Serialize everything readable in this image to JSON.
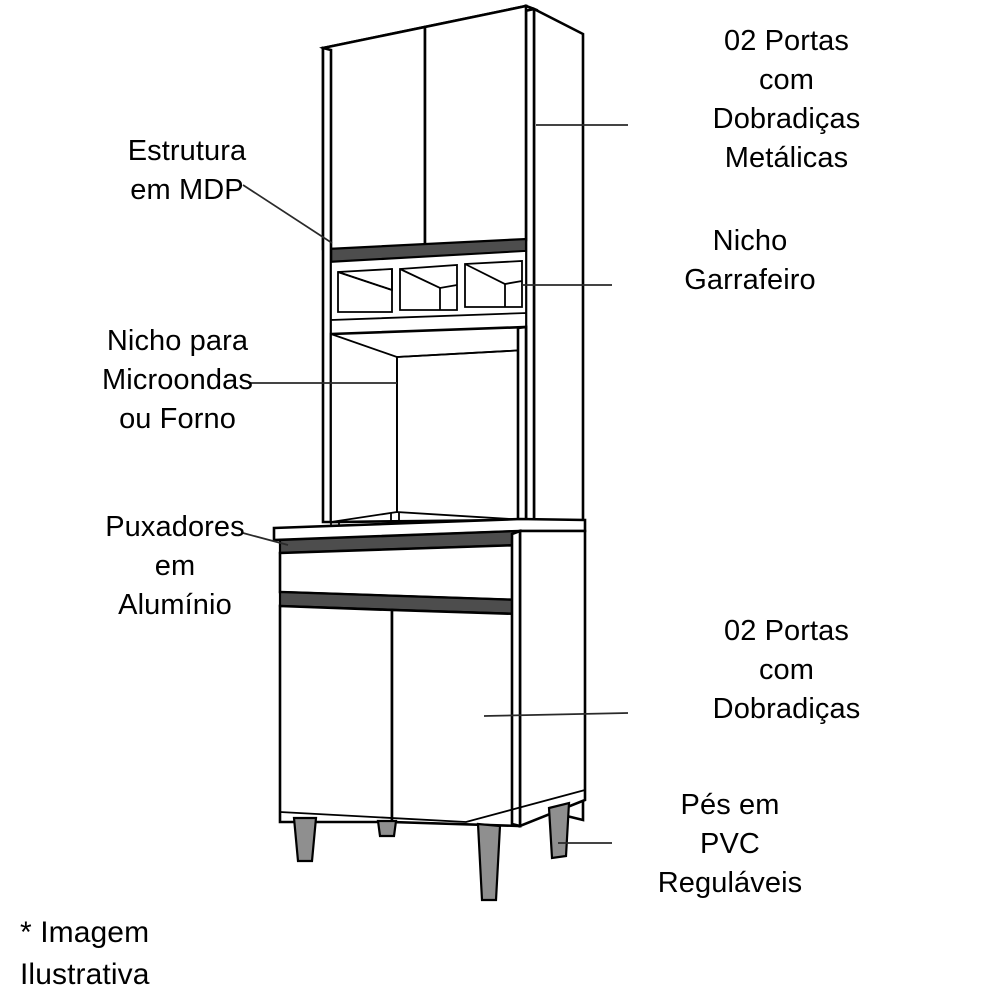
{
  "document": {
    "type": "product-specification-diagram",
    "subject": "Kitchen cabinet (armário de cozinha) exploded feature callout drawing",
    "language": "pt-BR",
    "background_color": "#ffffff",
    "line_color": "#000000",
    "accent_dark_color": "#4d4d4d",
    "leg_fill_color": "#8c8c8c"
  },
  "callouts": {
    "doors_top": {
      "id": "doors-top",
      "text": "02 Portas\ncom\nDobradiças\nMetálicas",
      "align": "center",
      "leader": "horizontal line from cabinet right side panel to label"
    },
    "structure": {
      "id": "structure",
      "text": "Estrutura\nem MDP",
      "align": "center",
      "leader": "diagonal line down-right to upper cabinet left edge"
    },
    "garrafeiro": {
      "id": "garrafeiro",
      "text": "Nicho\nGarrafeiro",
      "align": "center",
      "leader": "horizontal line from wine-rack niche to label"
    },
    "microwave": {
      "id": "microwave",
      "text": "Nicho para\nMicroondas\nou Forno",
      "align": "center",
      "leader": "horizontal line into the open microwave niche"
    },
    "handles": {
      "id": "handles",
      "text": "Puxadores\nem\nAlumínio",
      "align": "center",
      "leader": "horizontal line to the aluminium handle strip"
    },
    "doors_bottom": {
      "id": "doors-bottom",
      "text": "02 Portas\ncom\nDobradiças",
      "align": "center",
      "leader": "horizontal line from lower cabinet door to label"
    },
    "feet": {
      "id": "feet",
      "text": "Pés em\nPVC\nReguláveis",
      "align": "center",
      "leader": "short horizontal line to the rear right leg"
    },
    "footnote": {
      "id": "footnote",
      "text": "* Imagem\nIlustrativa",
      "align": "left",
      "leader": "none"
    }
  },
  "cabinet_parts": {
    "upper_doors_count": "02",
    "lower_doors_count": "02",
    "niche_count": "3",
    "drawer_count": "1",
    "leg_count": "4",
    "handle_strips": "2"
  }
}
